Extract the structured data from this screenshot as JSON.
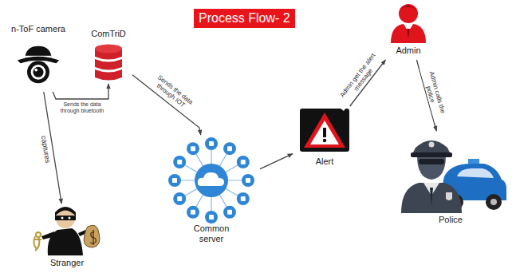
{
  "diagram": {
    "title": "Process Flow- 2",
    "nodes": [
      {
        "text": [
          "n-ToF camera"
        ]
      },
      {
        "text": [
          "ComTriD"
        ]
      },
      {
        "text": [
          "Stranger"
        ]
      },
      {
        "text": [
          "Common server"
        ]
      },
      {
        "text": [
          "Alert"
        ]
      },
      {
        "text": [
          "Admin"
        ]
      },
      {
        "text": [
          "Police"
        ]
      }
    ],
    "edges": [
      {
        "from": 0,
        "to": 1,
        "label": "Sends the data through bluetooth",
        "arrow": "to"
      },
      {
        "from": 0,
        "to": 2,
        "label": "captures",
        "arrow": "to"
      },
      {
        "from": 1,
        "to": 3,
        "label": "Sends the data through IOT",
        "arrow": "to"
      },
      {
        "from": 3,
        "to": 4,
        "arrow": "to"
      },
      {
        "from": 4,
        "to": 5,
        "label": "Admin get the alert message",
        "arrow": "to"
      },
      {
        "from": 5,
        "to": 6,
        "label": "Admin calls the police",
        "arrow": "to"
      }
    ]
  }
}
